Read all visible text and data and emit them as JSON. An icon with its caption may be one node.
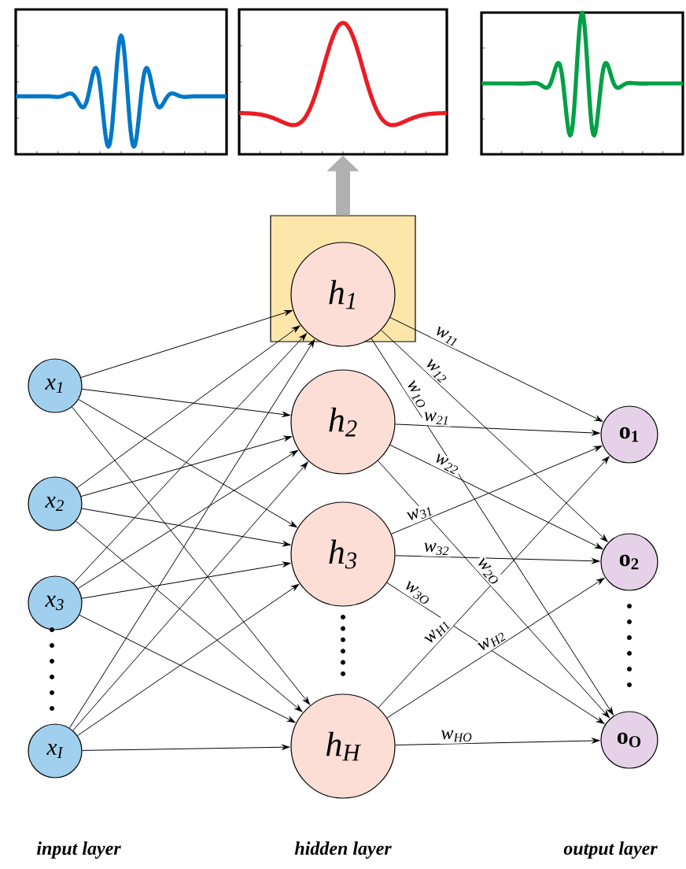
{
  "diagram": {
    "nodes": [
      {
        "text": [],
        "shape": "picture"
      },
      {
        "text": [],
        "shape": "picture"
      },
      {
        "text": [],
        "shape": "picture"
      },
      {
        "text": [],
        "shape": "box"
      },
      {
        "text": [
          "h$_{1}$"
        ],
        "in": 3
      },
      {
        "text": [
          "h$_{2}$"
        ]
      },
      {
        "text": [
          "h$_{3}$"
        ]
      },
      {
        "text": [
          "h$_{H}$"
        ]
      },
      {
        "text": [
          "x$_{1}$"
        ]
      },
      {
        "text": [
          "x$_{2}$"
        ]
      },
      {
        "text": [
          "x$_{3}$"
        ]
      },
      {
        "text": [
          "x$_{I}$"
        ]
      },
      {
        "text": [
          "o$_{1}$"
        ]
      },
      {
        "text": [
          "o$_{2}$"
        ]
      },
      {
        "text": [
          "o$_{O}$"
        ]
      }
    ],
    "edges": [
      {
        "from": 8,
        "to": 4,
        "arrow": "to"
      },
      {
        "from": 8,
        "to": 5,
        "arrow": "to"
      },
      {
        "from": 8,
        "to": 6,
        "arrow": "to"
      },
      {
        "from": 8,
        "to": 7,
        "arrow": "to"
      },
      {
        "from": 9,
        "to": 4,
        "arrow": "to"
      },
      {
        "from": 9,
        "to": 5,
        "arrow": "to"
      },
      {
        "from": 9,
        "to": 6,
        "arrow": "to"
      },
      {
        "from": 9,
        "to": 7,
        "arrow": "to"
      },
      {
        "from": 10,
        "to": 4,
        "arrow": "to"
      },
      {
        "from": 10,
        "to": 5,
        "arrow": "to"
      },
      {
        "from": 10,
        "to": 6,
        "arrow": "to"
      },
      {
        "from": 10,
        "to": 7,
        "arrow": "to"
      },
      {
        "from": 11,
        "to": 4,
        "arrow": "to"
      },
      {
        "from": 11,
        "to": 5,
        "arrow": "to"
      },
      {
        "from": 11,
        "to": 6,
        "arrow": "to"
      },
      {
        "from": 11,
        "to": 7,
        "arrow": "to"
      },
      {
        "from": 4,
        "to": 12,
        "arrow": "to",
        "label": "w$_{11}$"
      },
      {
        "from": 4,
        "to": 13,
        "arrow": "to",
        "label": "w$_{12}$"
      },
      {
        "from": 4,
        "to": 14,
        "arrow": "to",
        "label": "w$_{1O}$"
      },
      {
        "from": 5,
        "to": 12,
        "arrow": "to",
        "label": "w$_{21}$"
      },
      {
        "from": 5,
        "to": 13,
        "arrow": "to",
        "label": "w$_{22}$"
      },
      {
        "from": 5,
        "to": 14,
        "arrow": "to",
        "label": "w$_{2O}$"
      },
      {
        "from": 6,
        "to": 12,
        "arrow": "to",
        "label": "w$_{31}$"
      },
      {
        "from": 6,
        "to": 13,
        "arrow": "to",
        "label": "w$_{32}$"
      },
      {
        "from": 6,
        "to": 14,
        "arrow": "to",
        "label": "w$_{3O}$"
      },
      {
        "from": 7,
        "to": 12,
        "arrow": "to",
        "label": "w$_{H1}$"
      },
      {
        "from": 7,
        "to": 13,
        "arrow": "to",
        "label": "w$_{H2}$"
      },
      {
        "from": 7,
        "to": 14,
        "arrow": "to",
        "label": "w$_{HO}$"
      },
      {
        "from": 3,
        "to": 1,
        "arrow": "to",
        "style": "thick",
        "color": "#b0b0b0"
      }
    ],
    "labels": [
      "input layer",
      "hidden layer",
      "output layer"
    ]
  }
}
